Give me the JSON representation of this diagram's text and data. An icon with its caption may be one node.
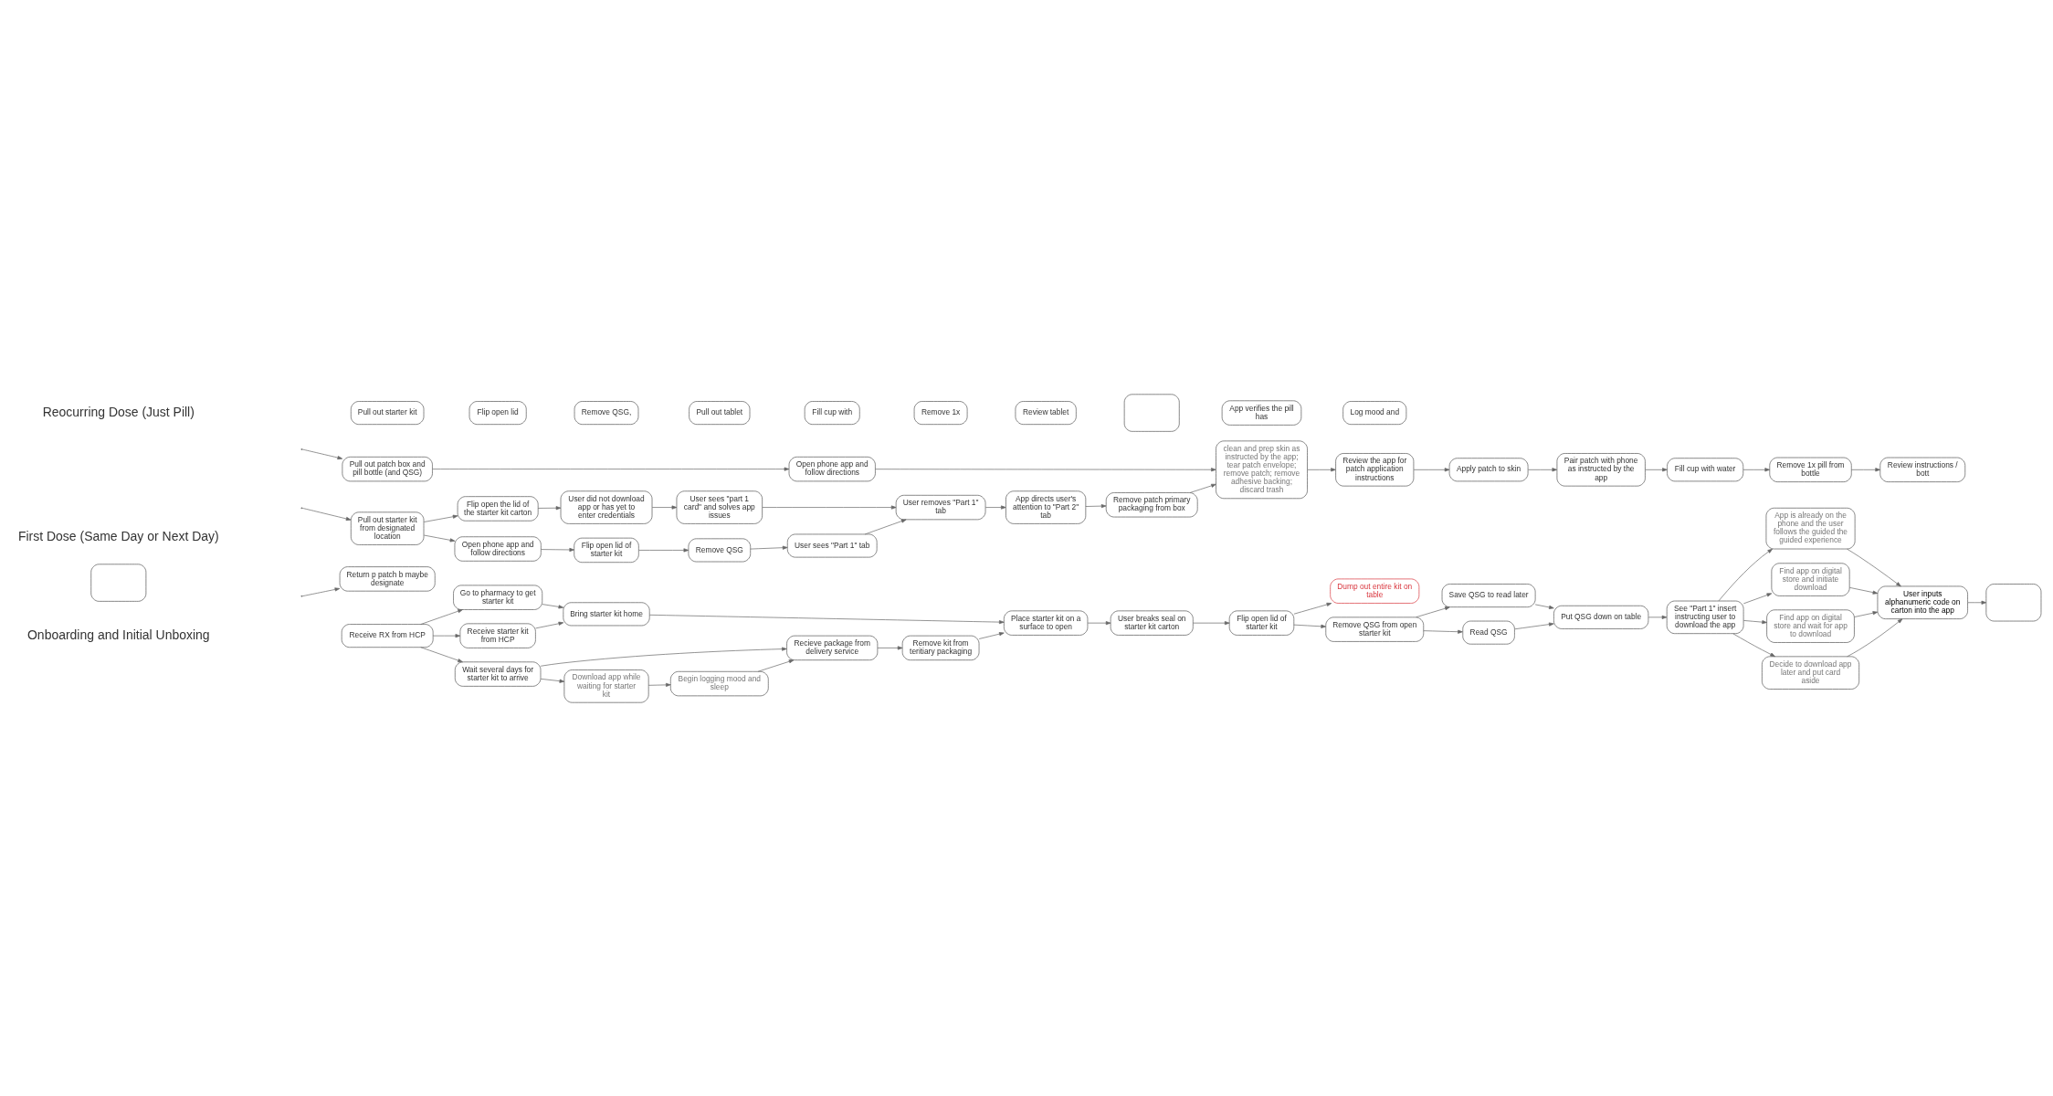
{
  "diagram": {
    "nodes": [
      {
        "text": [
          "Receive RX from HCP"
        ]
      },
      {
        "text": [
          "Go to pharmacy to get starter kit"
        ]
      },
      {
        "text": [
          "Receive starter kit from HCP"
        ]
      },
      {
        "text": [
          "Bring starter kit home"
        ]
      },
      {
        "text": [
          "Wait several days for starter kit to arrive"
        ]
      },
      {
        "text": [
          "Recieve package from delivery service"
        ]
      },
      {
        "text": [
          "Remove kit from teritiary packaging"
        ]
      },
      {
        "text": [
          "Place starter kit on a surface to open"
        ]
      },
      {
        "text": [
          "Download app while waiting for starter kit"
        ]
      },
      {
        "text": [
          "Begin logging mood and sleep"
        ]
      },
      {
        "text": [
          "User breaks seal on starter kit carton"
        ]
      },
      {
        "text": [
          "Flip open lid of starter kit"
        ]
      },
      {
        "text": [
          "Dump out entire kit on table"
        ]
      },
      {
        "text": [
          "Remove QSG from open starter kit"
        ]
      },
      {
        "text": [
          "Save QSG to read later"
        ]
      },
      {
        "text": [
          "Read QSG"
        ]
      },
      {
        "text": [
          "Put QSG down on table"
        ]
      },
      {
        "text": [
          "See \"Part 1\" insert instructing user to download the app"
        ]
      },
      {
        "text": [
          "App is already on the phone and the user follows the guided the guided experience"
        ]
      },
      {
        "text": [
          "Find app on digital store and initiate download"
        ]
      },
      {
        "text": [
          "Find app on digital store and wait for app to download"
        ]
      },
      {
        "text": [
          "Decide to download app later and put card aside"
        ]
      },
      {
        "text": [
          "User inputs alphanumeric code on carton into the app"
        ]
      },
      {
        "text": [],
        "shape": "box"
      },
      {
        "text": [],
        "shape": "box"
      },
      {
        "text": [
          "Flip open the lid of the starter kit carton"
        ]
      },
      {
        "text": [
          "User did not download app or has yet to enter credentials"
        ]
      },
      {
        "text": [
          "User sees \"part 1 card\" and solves app issues"
        ]
      },
      {
        "text": [
          "Pull out starter kit from designated location"
        ]
      },
      {
        "text": [
          "Open phone app and follow directions"
        ]
      },
      {
        "text": [
          "Flip open lid of starter kit"
        ]
      },
      {
        "text": [
          "Remove QSG"
        ]
      },
      {
        "text": [
          "User sees \"Part 1\" tab"
        ]
      },
      {
        "text": [
          "User removes \"Part 1\" tab"
        ]
      },
      {
        "text": [
          "App directs user's attention to \"Part 2\" tab"
        ]
      },
      {
        "text": [
          "Remove patch primary packaging from box"
        ]
      },
      {
        "text": [
          "clean and prep skin as instructed by the app; tear patch envelope; remove patch; remove adhesive backing; discard trash"
        ]
      },
      {
        "text": [
          "Review the app for patch application instructions"
        ]
      },
      {
        "text": [
          "Apply patch to skin"
        ]
      },
      {
        "text": [
          "Pair patch with phone as instructed by the app"
        ]
      },
      {
        "text": [
          "Fill cup with water"
        ]
      },
      {
        "text": [
          "Remove 1x pill from bottle"
        ]
      },
      {
        "text": [
          "Review instructions / bott"
        ]
      },
      {
        "text": [
          "Return p patch b maybe designate"
        ]
      },
      {
        "text": [
          "Pull out patch box and pill bottle (and QSG)"
        ]
      },
      {
        "text": [
          "Open phone app and follow directions"
        ]
      },
      {
        "text": [
          "Pull out starter kit"
        ]
      },
      {
        "text": [
          "Flip open lid"
        ]
      },
      {
        "text": [
          "Remove QSG,"
        ]
      },
      {
        "text": [
          "Pull out tablet"
        ]
      },
      {
        "text": [
          "Fill cup with"
        ]
      },
      {
        "text": [
          "Remove 1x"
        ]
      },
      {
        "text": [
          "Review tablet"
        ]
      },
      {
        "text": [],
        "shape": "box"
      },
      {
        "text": [
          "App verifies the pill has"
        ]
      },
      {
        "text": [
          "Log mood and"
        ]
      }
    ],
    "edges": [
      {
        "from": 0,
        "to": 1,
        "arrow": "to"
      },
      {
        "from": 0,
        "to": 2,
        "arrow": "to"
      },
      {
        "from": 1,
        "to": 3,
        "arrow": "to"
      },
      {
        "from": 2,
        "to": 3,
        "arrow": "to"
      },
      {
        "from": 0,
        "to": 4,
        "arrow": "to"
      },
      {
        "from": 3,
        "to": 7,
        "arrow": "to"
      },
      {
        "from": 4,
        "to": 5,
        "arrow": "to"
      },
      {
        "from": 5,
        "to": 6,
        "arrow": "to"
      },
      {
        "from": 6,
        "to": 7,
        "arrow": "to"
      },
      {
        "from": 4,
        "to": 8,
        "arrow": "to"
      },
      {
        "from": 8,
        "to": 9,
        "arrow": "to"
      },
      {
        "from": 9,
        "to": 5,
        "arrow": "to"
      },
      {
        "from": 7,
        "to": 10,
        "arrow": "to"
      },
      {
        "from": 10,
        "to": 11,
        "arrow": "to"
      },
      {
        "from": 11,
        "to": 12,
        "arrow": "to"
      },
      {
        "from": 11,
        "to": 13,
        "arrow": "to"
      },
      {
        "from": 13,
        "to": 15,
        "arrow": "to"
      },
      {
        "from": 13,
        "to": 14,
        "arrow": "to"
      },
      {
        "from": 15,
        "to": 16,
        "arrow": "to"
      },
      {
        "from": 14,
        "to": 16,
        "arrow": "to"
      },
      {
        "from": 16,
        "to": 17,
        "arrow": "to"
      },
      {
        "from": 17,
        "to": 18,
        "arrow": "to"
      },
      {
        "from": 17,
        "to": 19,
        "arrow": "to"
      },
      {
        "from": 17,
        "to": 20,
        "arrow": "to"
      },
      {
        "from": 17,
        "to": 21,
        "arrow": "to"
      },
      {
        "from": 18,
        "to": 22,
        "arrow": "to"
      },
      {
        "from": 19,
        "to": 22,
        "arrow": "to"
      },
      {
        "from": 20,
        "to": 22,
        "arrow": "to"
      },
      {
        "from": 21,
        "to": 22,
        "arrow": "to"
      },
      {
        "from": 22,
        "to": 23,
        "arrow": "to"
      },
      {
        "from": 28,
        "to": 25,
        "arrow": "to"
      },
      {
        "from": 25,
        "to": 26,
        "arrow": "to"
      },
      {
        "from": 26,
        "to": 27,
        "arrow": "to"
      },
      {
        "from": 27,
        "to": 33,
        "arrow": "to"
      },
      {
        "from": null,
        "to": 28,
        "arrow": "to"
      },
      {
        "from": 28,
        "to": 29,
        "arrow": "to"
      },
      {
        "from": 29,
        "to": 30,
        "arrow": "to"
      },
      {
        "from": 30,
        "to": 31,
        "arrow": "to"
      },
      {
        "from": 31,
        "to": 32,
        "arrow": "to"
      },
      {
        "from": 32,
        "to": 33,
        "arrow": "to"
      },
      {
        "from": 33,
        "to": 34,
        "arrow": "to"
      },
      {
        "from": 34,
        "to": 35,
        "arrow": "to"
      },
      {
        "from": 35,
        "to": 36,
        "arrow": "to"
      },
      {
        "from": 36,
        "to": 37,
        "arrow": "to"
      },
      {
        "from": 37,
        "to": 38,
        "arrow": "to"
      },
      {
        "from": 38,
        "to": 39,
        "arrow": "to"
      },
      {
        "from": 39,
        "to": 40,
        "arrow": "to"
      },
      {
        "from": 40,
        "to": 41,
        "arrow": "to"
      },
      {
        "from": 41,
        "to": 42,
        "arrow": "to"
      },
      {
        "from": null,
        "to": 43,
        "arrow": "to"
      },
      {
        "from": null,
        "to": 44,
        "arrow": "to"
      },
      {
        "from": 44,
        "to": 45,
        "arrow": "to"
      },
      {
        "from": 45,
        "to": 36,
        "arrow": "to"
      }
    ],
    "labels": [
      "Onboarding and Initial Unboxing",
      "First Dose (Same Day or Next Day)",
      "Reocurring Dose (Just Pill)"
    ]
  }
}
